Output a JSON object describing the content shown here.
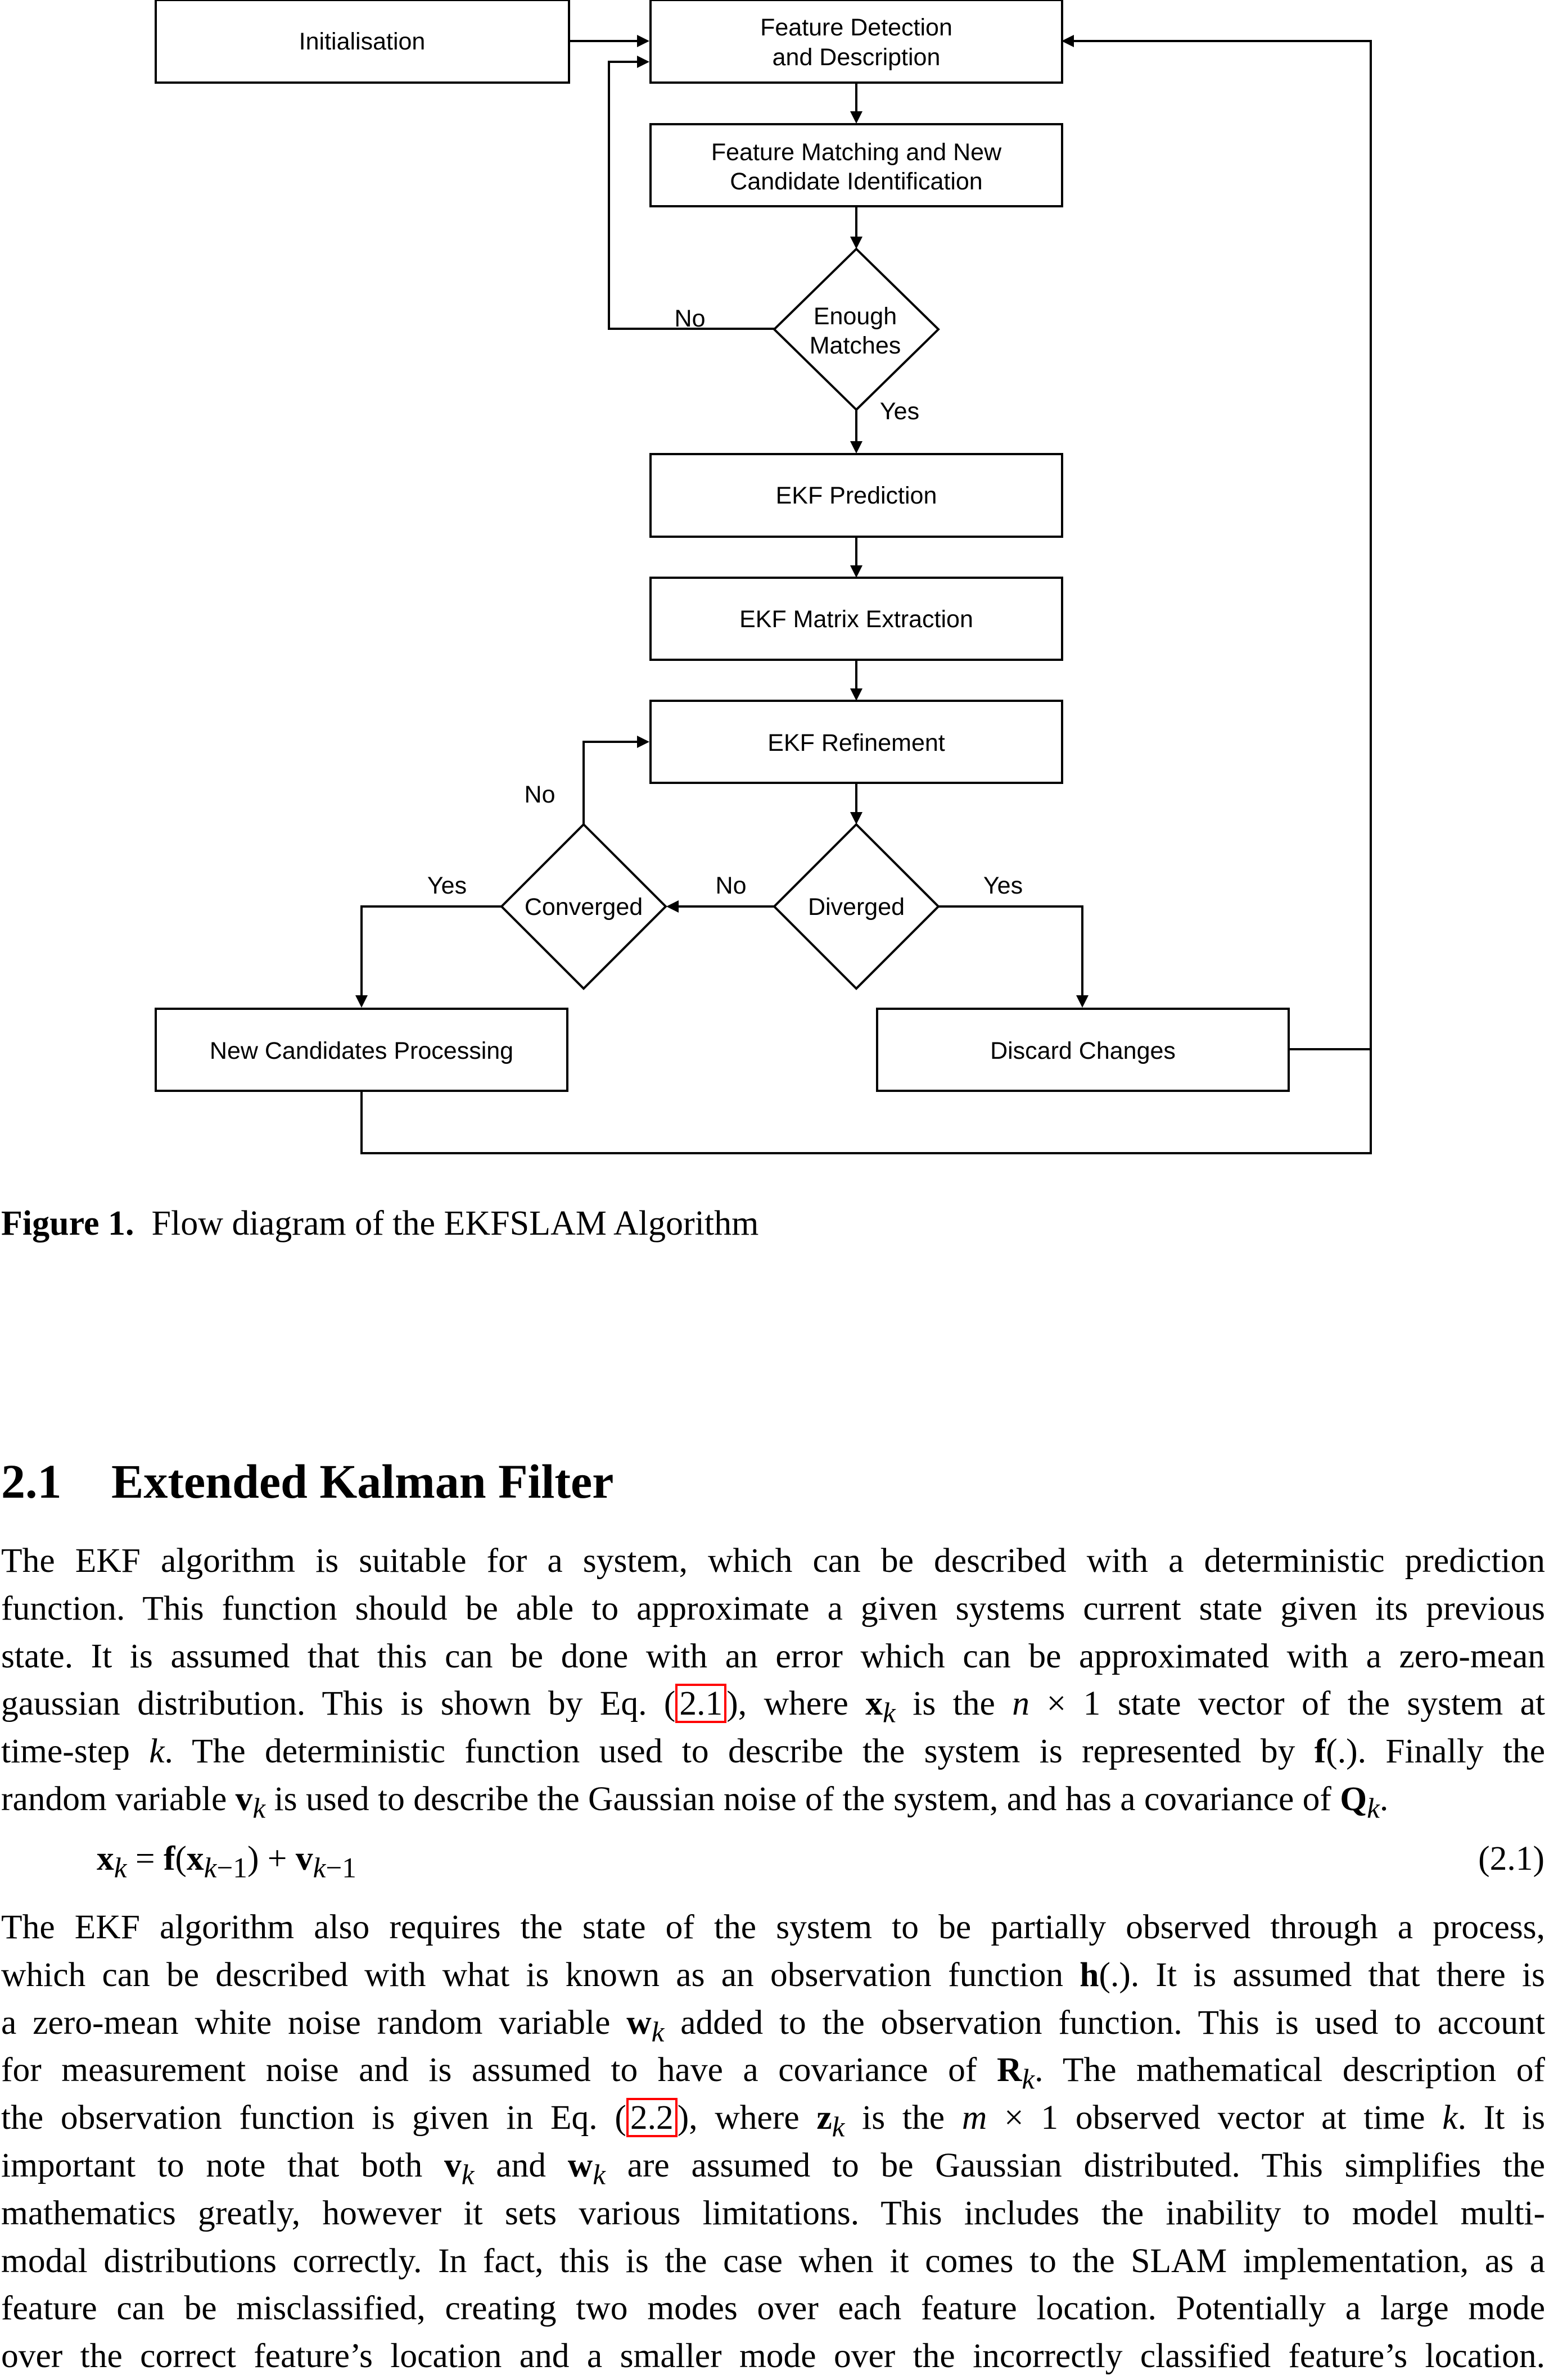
{
  "diagram": {
    "nodes": {
      "initialisation": "Initialisation",
      "feature_detection": [
        "Feature Detection",
        "and Description"
      ],
      "feature_matching": [
        "Feature Matching and New",
        "Candidate Identification"
      ],
      "enough_matches": [
        "Enough",
        "Matches"
      ],
      "ekf_prediction": "EKF Prediction",
      "ekf_matrix_extraction": "EKF Matrix Extraction",
      "ekf_refinement": "EKF Refinement",
      "diverged": "Diverged",
      "converged": "Converged",
      "new_candidates": "New Candidates Processing",
      "discard_changes": "Discard Changes"
    },
    "edge_labels": {
      "enough_no": "No",
      "enough_yes": "Yes",
      "converged_no": "No",
      "converged_yes": "Yes",
      "diverged_no": "No",
      "diverged_yes": "Yes"
    }
  },
  "caption": {
    "label": "Figure 1.",
    "text": "Flow diagram of the EKFSLAM Algorithm"
  },
  "section": {
    "number": "2.1",
    "title": "Extended Kalman Filter"
  },
  "paragraph1": {
    "l1": "The EKF algorithm is suitable for a system, which can be described with a deterministic prediction",
    "l2": "function. This function should be able to approximate a given systems current state given its previous",
    "l3": "state. It is assumed that this can be done with an error which can be approximated with a zero-mean",
    "l4_a": "gaussian distribution. This is shown by Eq. (",
    "l4_ref": "2.1",
    "l4_b": "), where ",
    "l4_c": " is the ",
    "l4_d": " state vector of the system at",
    "l5_a": "time-step ",
    "l5_b": ". The deterministic function used to describe the system is represented by ",
    "l5_c": ". Finally the",
    "l6_a": "random variable ",
    "l6_b": " is used to describe the Gaussian noise of the system, and has a covariance of ",
    "l6_c": "."
  },
  "equation1": {
    "number": "(2.1)"
  },
  "paragraph2": {
    "l1": "The EKF algorithm also requires the state of the system to be partially observed through a process,",
    "l2_a": "which can be described with what is known as an observation function ",
    "l2_b": ". It is assumed that there is",
    "l3_a": "a zero-mean white noise random variable ",
    "l3_b": " added to the observation function. This is used to account",
    "l4_a": "for measurement noise and is assumed to have a covariance of ",
    "l4_b": ". The mathematical description of",
    "l5_a": "the observation function is given in Eq. (",
    "l5_ref": "2.2",
    "l5_b": "), where ",
    "l5_c": " is the ",
    "l5_d": " observed vector at time ",
    "l5_e": ". It is",
    "l6_a": "important to note that both ",
    "l6_b": " and ",
    "l6_c": " are assumed to be Gaussian distributed.  This simplifies the",
    "l7": "mathematics greatly, however it sets various limitations. This includes the inability to model multi-",
    "l8": "modal distributions correctly. In fact, this is the case when it comes to the SLAM implementation, as a",
    "l9": "feature can be misclassified, creating two modes over each feature location. Potentially a large mode",
    "l10": "over the correct feature’s location and a smaller mode over the incorrectly classified feature’s location."
  }
}
